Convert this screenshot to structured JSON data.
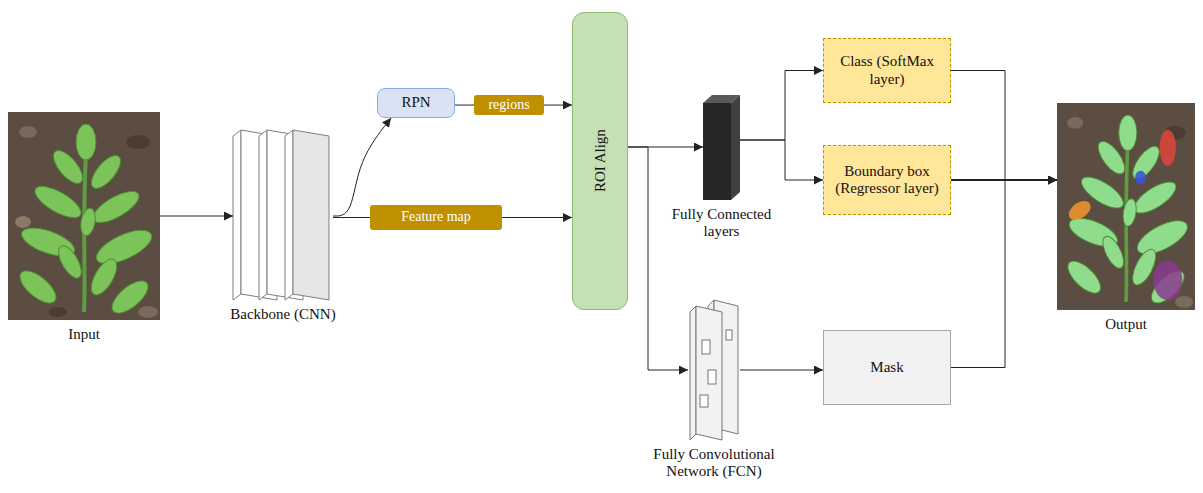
{
  "diagram": {
    "nodes": [
      {
        "text": [
          "Input"
        ]
      },
      {
        "text": [
          "Backbone (CNN)"
        ]
      },
      {
        "text": [
          "RPN"
        ]
      },
      {
        "text": [
          "regions"
        ]
      },
      {
        "text": [
          "Feature map"
        ]
      },
      {
        "text": [
          "ROI Align"
        ]
      },
      {
        "text": [
          "Fully Connected layers"
        ]
      },
      {
        "text": [
          "Class (SoftMax layer)"
        ]
      },
      {
        "text": [
          "Boundary box (Regressor layer)"
        ]
      },
      {
        "text": [
          "Fully Convolutional Network (FCN)"
        ]
      },
      {
        "text": [
          "Mask"
        ]
      },
      {
        "text": [
          "Output"
        ]
      }
    ],
    "edges": [
      {
        "from": 0,
        "to": 1,
        "arrow": "to"
      },
      {
        "from": 1,
        "to": 2,
        "arrow": "to"
      },
      {
        "from": 1,
        "to": 4,
        "arrow": "none"
      },
      {
        "from": 4,
        "to": 5,
        "arrow": "to"
      },
      {
        "from": 2,
        "to": 3,
        "arrow": "none"
      },
      {
        "from": 3,
        "to": 5,
        "arrow": "to"
      },
      {
        "from": 5,
        "to": 6,
        "arrow": "to"
      },
      {
        "from": 5,
        "to": 9,
        "arrow": "to"
      },
      {
        "from": 6,
        "to": 7,
        "arrow": "to"
      },
      {
        "from": 6,
        "to": 8,
        "arrow": "to"
      },
      {
        "from": 9,
        "to": 10,
        "arrow": "to"
      },
      {
        "from": 7,
        "to": 11,
        "arrow": "to"
      },
      {
        "from": 8,
        "to": 11,
        "arrow": "to"
      },
      {
        "from": 10,
        "to": 11,
        "arrow": "to"
      }
    ]
  }
}
